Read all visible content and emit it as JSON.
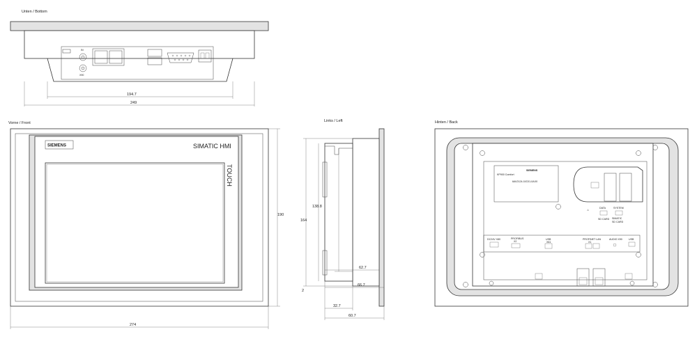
{
  "views": {
    "bottom": {
      "title": "Unten / Bottom",
      "dim_inner": "194.7",
      "dim_outer": "249"
    },
    "front": {
      "title": "Vorne / Front",
      "logo": "SIEMENS",
      "brand": "SIMATIC HMI",
      "touch": "TOUCH",
      "dim_width": "274",
      "dim_height": "190"
    },
    "left": {
      "title": "Links / Left",
      "dims": {
        "h_total": "164",
        "h_inner": "138.8",
        "d1": "62.7",
        "d2": "66.7",
        "d3": "32.7",
        "d4": "60.7",
        "zero": "2"
      }
    },
    "back": {
      "title": "Hinten / Back",
      "logo": "SIEMENS",
      "label_title": "KP900 Comfort",
      "order_no": "6AV2124-0JC01-0AX0",
      "data_label": "DATA",
      "data_sub": "SD CARD",
      "system_label": "SYSTEM",
      "system_sub1": "SIMATIC",
      "system_sub2": "SD CARD",
      "ports": [
        "DC24V X80",
        "PROFIBUS",
        "USB",
        "PROFINET LAN",
        "AUDIO X90",
        "USB"
      ],
      "port_sub": [
        "",
        "X2",
        "X61",
        "X1",
        "",
        ""
      ]
    }
  },
  "connectors": {
    "power_label": "X80",
    "audio_label": "X90"
  }
}
